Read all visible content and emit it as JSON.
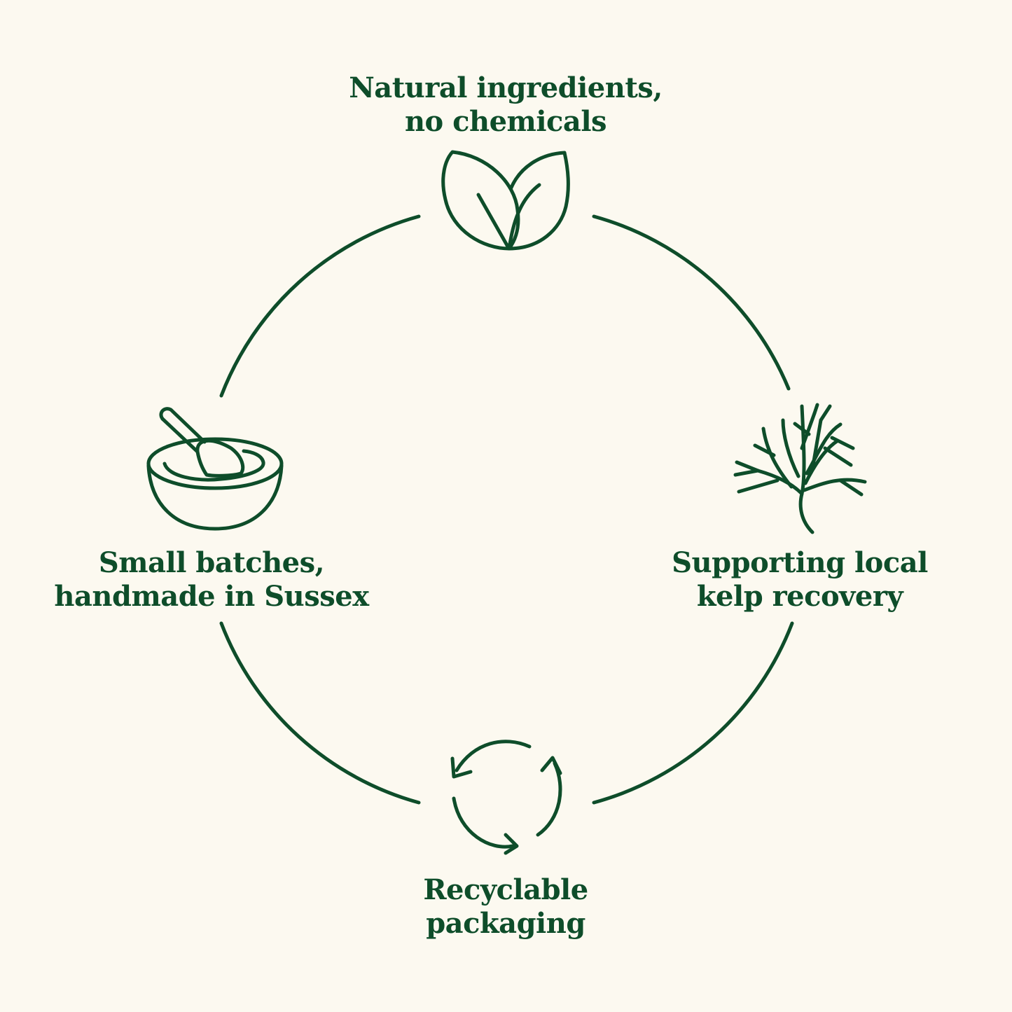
{
  "theme": {
    "background": "#fcf9f0",
    "ink": "#0e4d2a"
  },
  "stages": [
    {
      "id": "top",
      "icon": "leaves-icon",
      "line1": "Natural ingredients,",
      "line2": "no chemicals"
    },
    {
      "id": "right",
      "icon": "kelp-icon",
      "line1": "Supporting local",
      "line2": "kelp recovery"
    },
    {
      "id": "bottom",
      "icon": "recycle-arrows-icon",
      "line1": "Recyclable",
      "line2": "packaging"
    },
    {
      "id": "left",
      "icon": "mortar-pestle-icon",
      "line1": "Small batches,",
      "line2": "handmade in Sussex"
    }
  ]
}
